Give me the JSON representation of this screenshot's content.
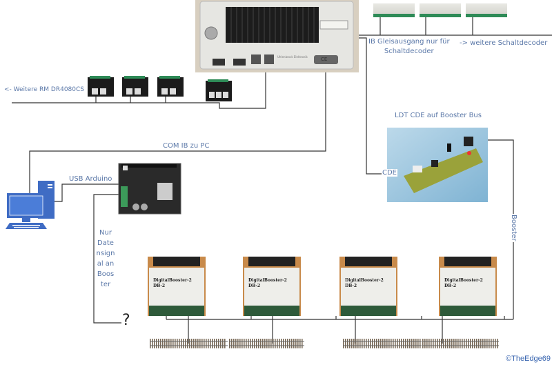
{
  "labels": {
    "ib_track_output": "IB Gleisausgang nur für\nSchaltdecoder",
    "more_switch_decoders": "-> weitere Schaltdecoder",
    "more_feedback_modules": "<- Weitere RM DR4080CS",
    "ldt_cde": "LDT CDE auf Booster Bus",
    "com_ib_pc": "COM IB zu PC",
    "usb_arduino": "USB Arduino",
    "cde": "CDE",
    "booster": "Booster",
    "data_signal_only": "Nur\nDate\nnsign\nal an\nBoos\nter",
    "question_mark": "?",
    "copyright": "©TheEdge69"
  },
  "devices": {
    "central_station": {
      "name": "Intellibox central unit"
    },
    "switch_decoders": {
      "count": 3
    },
    "feedback_modules": {
      "name": "DR4080CS",
      "count": 4
    },
    "cde_board": {
      "name": "LDT CDE"
    },
    "arduino": {
      "name": "Arduino motor shield"
    },
    "computer": {
      "name": "PC"
    },
    "boosters": {
      "name": "DigitalBooster-2 DB-2",
      "count": 4
    },
    "tracks": {
      "count": 4
    }
  },
  "colors": {
    "label_blue": "#5b78a8",
    "pc_blue": "#3f6cc4",
    "line": "#333333"
  }
}
